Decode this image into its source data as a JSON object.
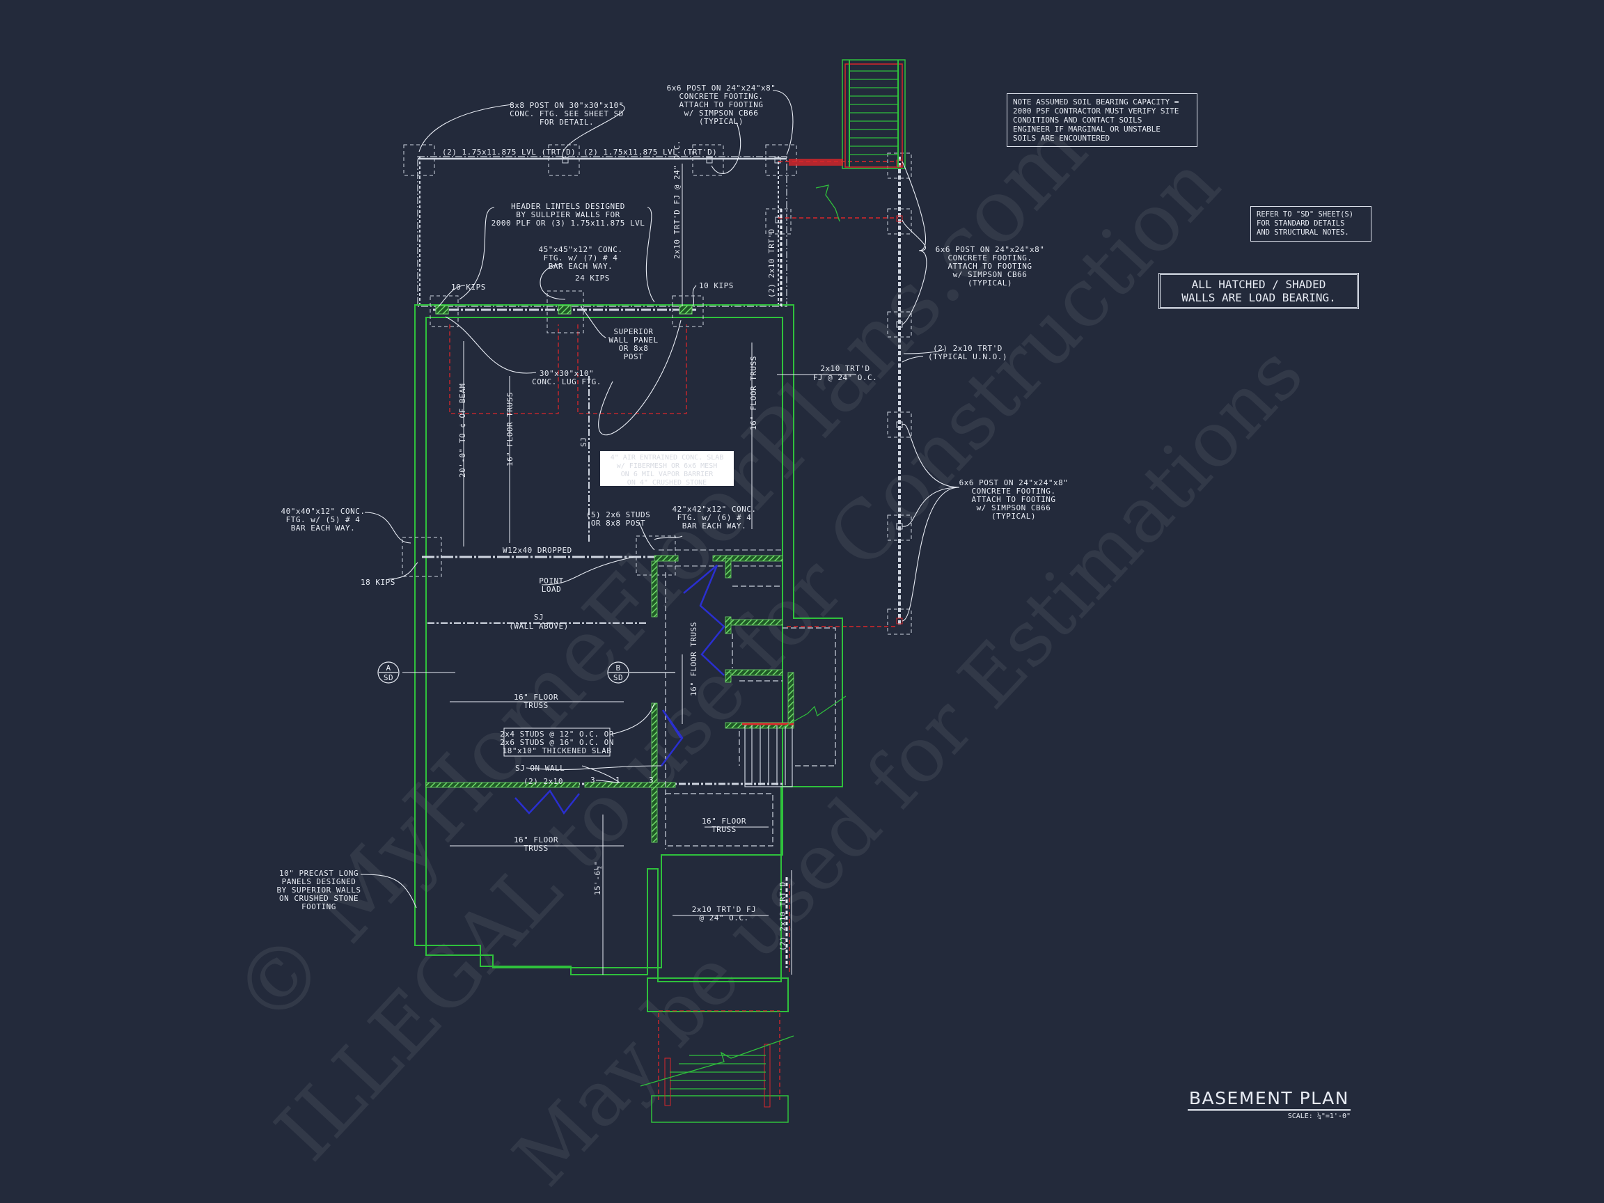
{
  "sheet": {
    "title": "BASEMENT PLAN",
    "scale": "SCALE: ¼\"=1'-0\""
  },
  "watermarks": [
    "© MyHomeFloorPlans.com",
    "ILLEGAL to use for Construction",
    "May be used for Estimations"
  ],
  "notes": {
    "soil": "NOTE ASSUMED SOIL BEARING CAPACITY =\n2000 PSF CONTRACTOR MUST VERIFY SITE\nCONDITIONS AND CONTACT SOILS\nENGINEER IF MARGINAL OR UNSTABLE\nSOILS ARE ENCOUNTERED",
    "refer": "REFER TO \"SD\" SHEET(S)\nFOR STANDARD DETAILS\nAND STRUCTURAL NOTES.",
    "hatched": "ALL HATCHED / SHADED\nWALLS ARE LOAD BEARING.",
    "slab": "4\" AIR ENTRAINED CONC. SLAB\nw/ FIBERMESH OR 6x6 MESH\nON 6 MIL VAPOR BARRIER\nON 4\" CRUSHED STONE"
  },
  "labels": {
    "post_8x8": [
      "8x8 POST ON 30\"x30\"x10\"",
      "CONC. FTG. SEE SHEET SD",
      "FOR DETAIL."
    ],
    "post_6x6_top": [
      "6x6 POST ON 24\"x24\"x8\"",
      "CONCRETE FOOTING.",
      "ATTACH TO FOOTING",
      "w/ SIMPSON CB66",
      "(TYPICAL)"
    ],
    "lvl_left": "(2) 1.75x11.875 LVL (TRT'D)",
    "lvl_right": "(2) 1.75x11.875 LVL (TRT'D)",
    "header_lintels": [
      "HEADER LINTELS DESIGNED",
      "BY SULLPIER WALLS FOR",
      "2000 PLF OR (3) 1.75x11.875 LVL"
    ],
    "conc_45": [
      "45\"x45\"x12\" CONC.",
      "FTG. w/ (7) # 4",
      "BAR EACH WAY."
    ],
    "kips_24": "24 KIPS",
    "kips_10_left": "10 KIPS",
    "kips_10_right": "10 KIPS",
    "trtd_fj_vertical": "2x10 TRT'D FJ @ 24\" O.C.",
    "trtd_2x10_vertical": "(2) 2x10 TRT'D",
    "superior_panel": [
      "SUPERIOR",
      "WALL PANEL",
      "OR 8x8",
      "POST"
    ],
    "lug_ftg": [
      "30\"x30\"x10\"",
      "CONC. LUG FTG."
    ],
    "fj_right": [
      "2x10 TRT'D",
      "FJ @ 24\" O.C."
    ],
    "post_6x6_right_a": [
      "6x6 POST ON 24\"x24\"x8\"",
      "CONCRETE FOOTING.",
      "ATTACH TO FOOTING",
      "w/ SIMPSON CB66",
      "(TYPICAL)"
    ],
    "trtd_typical": [
      "(2) 2x10 TRT'D",
      "(TYPICAL U.N.O.)"
    ],
    "post_6x6_right_b": [
      "6x6 POST ON 24\"x24\"x8\"",
      "CONCRETE FOOTING.",
      "ATTACH TO FOOTING",
      "w/ SIMPSON CB66",
      "(TYPICAL)"
    ],
    "beam_dim": "20'-0\" TO ¢ OF BEAM",
    "floor_truss_v1": "16\" FLOOR TRUSS",
    "sj_vertical": "SJ",
    "floor_truss_v2": "16\" FLOOR TRUSS",
    "conc_40": [
      "40\"x40\"x12\" CONC.",
      "FTG. w/ (5) # 4",
      "BAR EACH WAY."
    ],
    "studs_2x6": [
      "(5) 2x6 STUDS",
      "OR 8x8 POST"
    ],
    "conc_42": [
      "42\"x42\"x12\" CONC.",
      "FTG. w/ (6) # 4",
      "BAR EACH WAY."
    ],
    "w12": "W12x40 DROPPED",
    "kips_18": "18 KIPS",
    "point_load": [
      "POINT",
      "LOAD"
    ],
    "sj_wall_above": [
      "SJ",
      "(WALL ABOVE)"
    ],
    "section_a": [
      "A",
      "SD"
    ],
    "section_b": [
      "B",
      "SD"
    ],
    "floor_truss_v3": "16\" FLOOR TRUSS",
    "floor_truss_mid": [
      "16\" FLOOR",
      "TRUSS"
    ],
    "studs_note": [
      "2x4 STUDS @ 12\" O.C. OR",
      "2x6 STUDS @ 16\" O.C. ON",
      "18\"x10\" THICKENED SLAB"
    ],
    "sj_on_wall": "SJ ON WALL",
    "beam_2x10": "(2) 2x10",
    "num_3a": "3",
    "num_1": "1",
    "num_3b": "3",
    "floor_truss_right": [
      "16\" FLOOR",
      "TRUSS"
    ],
    "floor_truss_low": [
      "16\" FLOOR",
      "TRUSS"
    ],
    "precast": [
      "10\" PRECAST LONG",
      "PANELS DESIGNED",
      "BY SUPERIOR WALLS",
      "ON CRUSHED STONE",
      "FOOTING"
    ],
    "dim_15": "15'-6½\"",
    "fj_lower": [
      "2x10 TRT'D FJ",
      "@ 24\" O.C."
    ],
    "trtd_lower_vertical": "(2) 2x10 TRT'D"
  },
  "colors": {
    "background": "#232a3b",
    "lines": "#e8ecf4",
    "walls": "#2fc13c",
    "hidden": "#d9262b",
    "blue_marks": "#2a2fd0",
    "hatch": "#6fd86a"
  }
}
